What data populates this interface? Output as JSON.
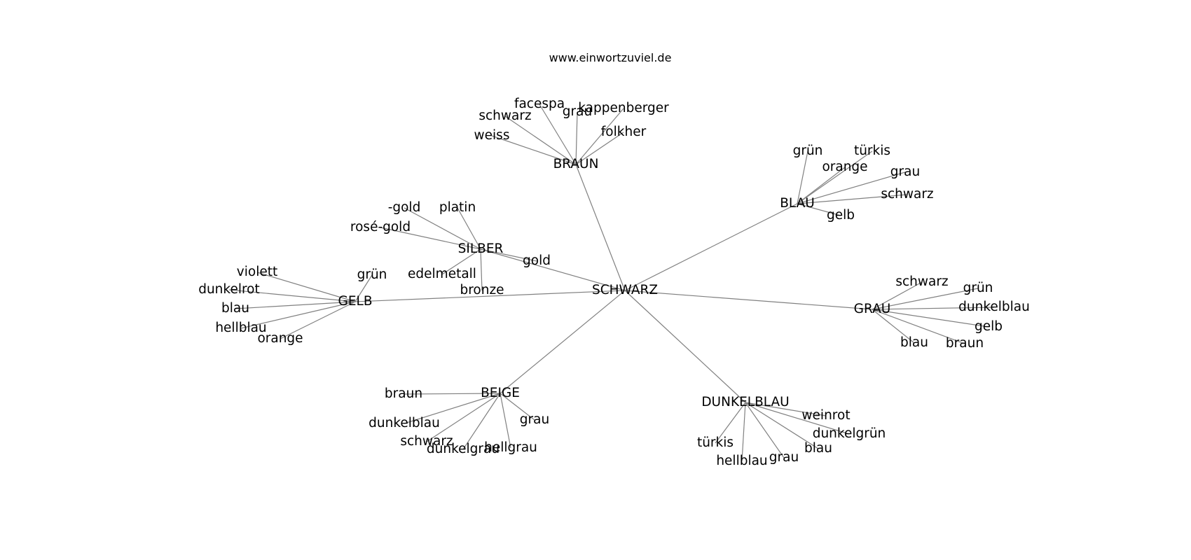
{
  "title": "www.einwortzuviel.de",
  "graph": {
    "root": "SCHWARZ",
    "clusters": [
      {
        "hub": "BRAUN",
        "leaves": [
          "facespa",
          "grau",
          "kappenberger",
          "schwarz",
          "weiss",
          "folkher"
        ]
      },
      {
        "hub": "BLAU",
        "leaves": [
          "grün",
          "türkis",
          "orange",
          "grau",
          "schwarz",
          "gelb"
        ]
      },
      {
        "hub": "SILBER",
        "leaves": [
          "-gold",
          "platin",
          "rosé-gold",
          "gold",
          "edelmetall",
          "bronze"
        ]
      },
      {
        "hub": "GELB",
        "leaves": [
          "violett",
          "grün",
          "dunkelrot",
          "blau",
          "hellblau",
          "orange"
        ]
      },
      {
        "hub": "GRAU",
        "leaves": [
          "schwarz",
          "grün",
          "dunkelblau",
          "gelb",
          "blau",
          "braun"
        ]
      },
      {
        "hub": "BEIGE",
        "leaves": [
          "braun",
          "dunkelblau",
          "grau",
          "schwarz",
          "dunkelgrau",
          "hellgrau"
        ]
      },
      {
        "hub": "DUNKELBLAU",
        "leaves": [
          "weinrot",
          "dunkelgrün",
          "türkis",
          "blau",
          "hellblau",
          "grau"
        ]
      }
    ]
  }
}
